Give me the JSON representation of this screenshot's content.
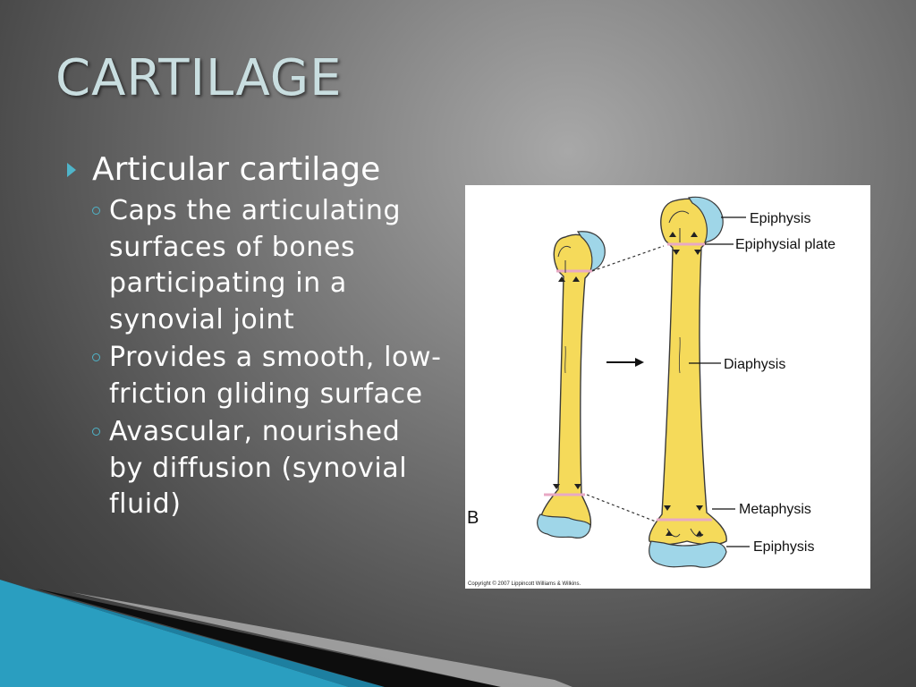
{
  "slide": {
    "title": "CARTILAGE",
    "bullet": "Articular cartilage",
    "sub_bullets": [
      "Caps the articulating surfaces of bones participating in a synovial joint",
      "Provides a smooth, low-friction gliding surface",
      "Avascular, nourished by diffusion (synovial fluid)"
    ],
    "colors": {
      "title": "#c9dee0",
      "sub_bullet_marker": "#4fb4c9",
      "bone": "#f5da5a",
      "cartilage": "#9fd6e8",
      "plate": "#e8a9c4"
    }
  },
  "figure": {
    "panel_letter": "B",
    "labels": {
      "epiphysis_top": "Epiphysis",
      "epiphysial_plate": "Epiphysial plate",
      "diaphysis": "Diaphysis",
      "metaphysis": "Metaphysis",
      "epiphysis_bottom": "Epiphysis"
    },
    "copyright": "Copyright © 2007 Lippincott Williams & Wilkins."
  }
}
